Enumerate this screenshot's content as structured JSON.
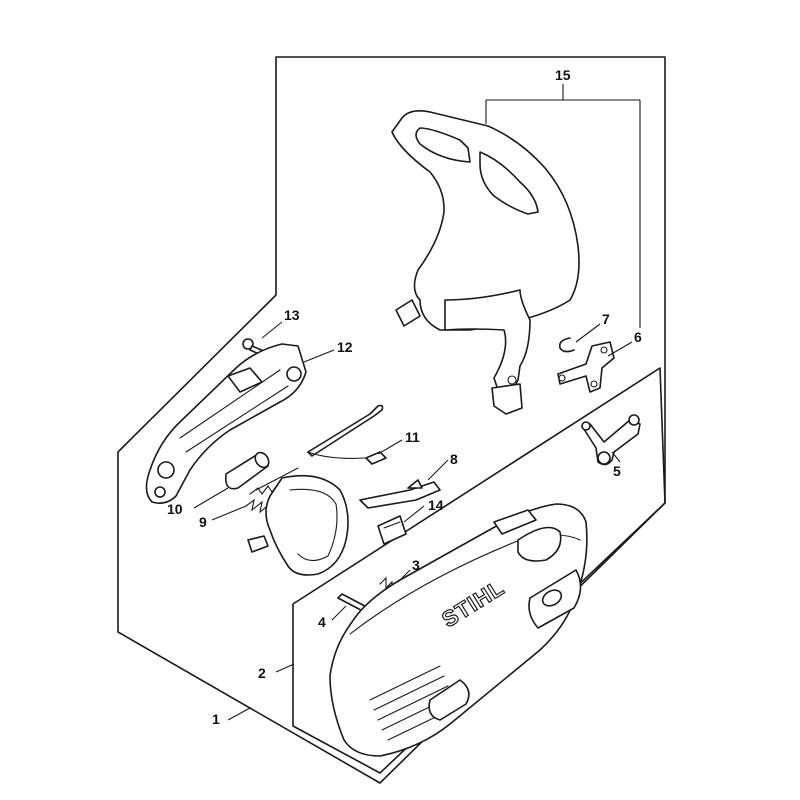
{
  "callouts": [
    {
      "id": "15",
      "text": "15"
    },
    {
      "id": "13",
      "text": "13"
    },
    {
      "id": "12",
      "text": "12"
    },
    {
      "id": "7",
      "text": "7"
    },
    {
      "id": "6",
      "text": "6"
    },
    {
      "id": "11",
      "text": "11"
    },
    {
      "id": "8",
      "text": "8"
    },
    {
      "id": "5",
      "text": "5"
    },
    {
      "id": "10",
      "text": "10"
    },
    {
      "id": "9",
      "text": "9"
    },
    {
      "id": "14",
      "text": "14"
    },
    {
      "id": "3",
      "text": "3"
    },
    {
      "id": "4",
      "text": "4"
    },
    {
      "id": "2",
      "text": "2"
    },
    {
      "id": "1",
      "text": "1"
    }
  ],
  "cover_brand": "STIHL"
}
